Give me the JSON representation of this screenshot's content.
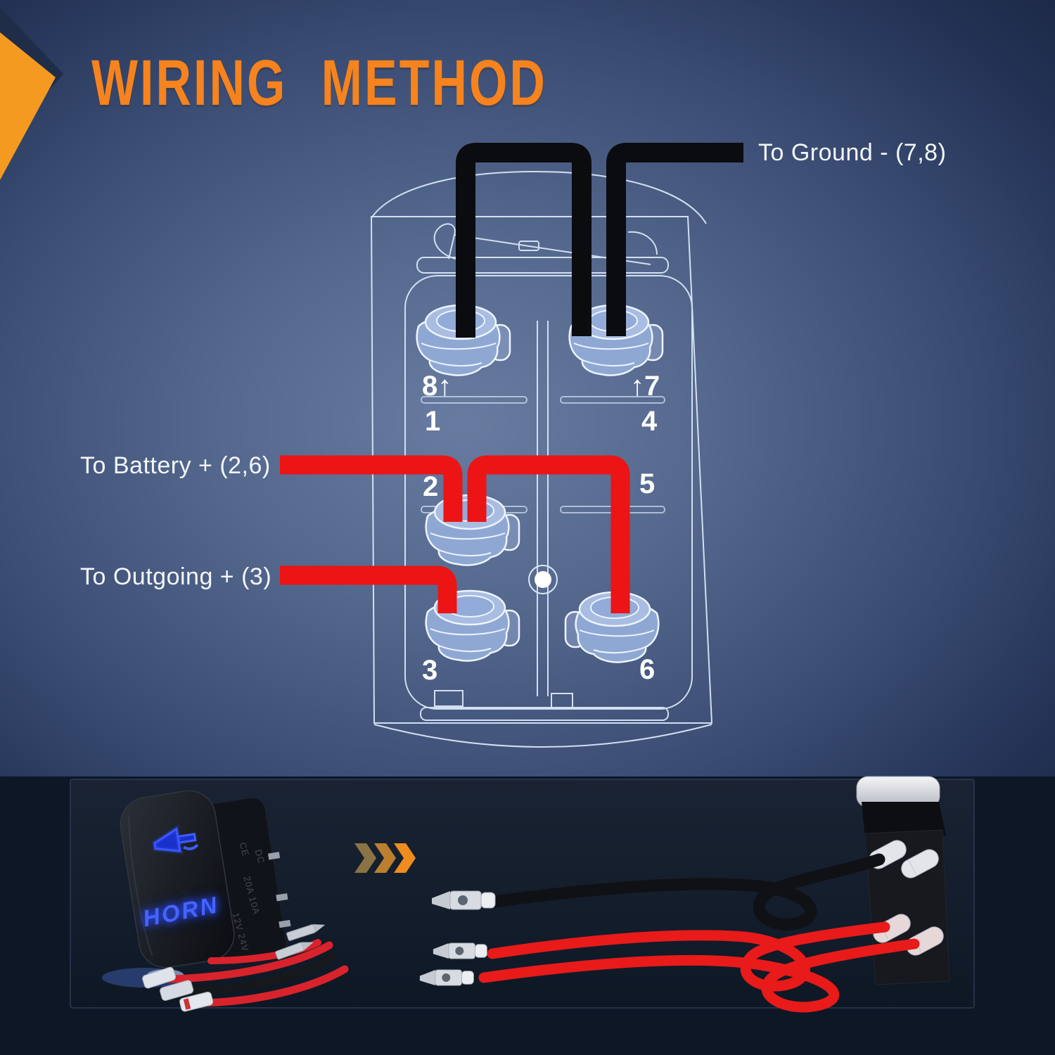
{
  "title": "WIRING METHOD",
  "wiring": {
    "ground_label": "To Ground - (7,8)",
    "battery_label": "To Battery + (2,6)",
    "outgoing_label": "To Outgoing + (3)",
    "terminals": {
      "t8": "8↑",
      "t7": "↑7",
      "t1": "1",
      "t4": "4",
      "t2": "2",
      "t5": "5",
      "t3": "3",
      "t6": "6"
    }
  },
  "product": {
    "switch_face_label": "HORN",
    "side_markings": [
      "CE",
      "DC",
      "20A 10A",
      "12V 24V"
    ]
  },
  "colors": {
    "accent_orange": "#f6831d",
    "ground_wire_black": "#0b0c0f",
    "positive_wire_red": "#ec1414",
    "blueprint_line": "#d9e7f8",
    "horn_blue": "#2a4bff",
    "chevrons": [
      "#8a7345",
      "#ba8030",
      "#f08c1e"
    ]
  }
}
